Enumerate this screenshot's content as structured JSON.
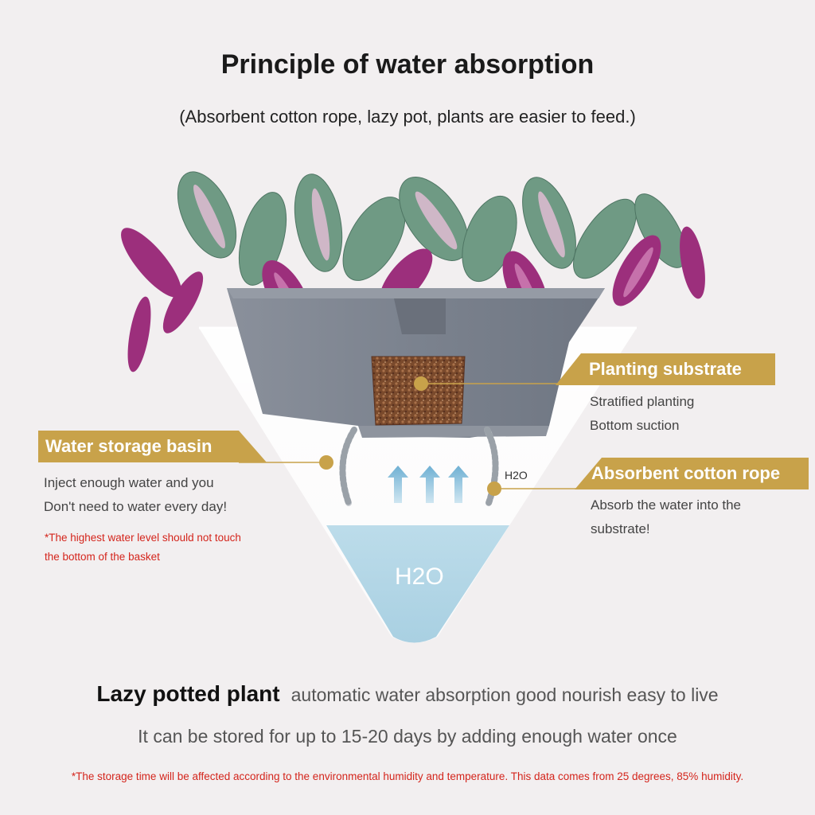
{
  "title": "Principle of water absorption",
  "subtitle": "(Absorbent cotton rope, lazy pot, plants are easier to feed.)",
  "colors": {
    "label_gold": "#c8a24a",
    "pot_gray": "#7d8592",
    "water_blue": "#b9dbe9",
    "leaf_green": "#6f9a84",
    "leaf_purple": "#9c2f7c",
    "note_red": "#d4251c"
  },
  "labels": {
    "planting_substrate": {
      "title": "Planting substrate",
      "lines": [
        "Stratified planting",
        "Bottom suction"
      ]
    },
    "water_storage_basin": {
      "title": "Water storage basin",
      "lines": [
        "Inject enough water and you",
        "Don't need to water every day!"
      ],
      "note_lines": [
        "*The highest water level should not touch",
        "the bottom of the basket"
      ]
    },
    "absorbent_cotton_rope": {
      "title": "Absorbent cotton rope",
      "lines": [
        "Absorb the water into the",
        "substrate!"
      ]
    }
  },
  "diagram": {
    "h2o_small": "H2O",
    "h2o_big": "H2O",
    "icons": [
      "plant-leaves-icon",
      "pot-icon",
      "soil-sample-icon",
      "cotton-rope-icon",
      "water-up-arrow-icon"
    ]
  },
  "bottom": {
    "headline_strong": "Lazy potted plant",
    "headline_light": "automatic water absorption good nourish easy to live",
    "line2": "It can be stored for up to 15-20 days by adding enough water once",
    "note": "*The storage time will be affected according to the environmental humidity and temperature. This data comes from 25 degrees, 85% humidity."
  }
}
